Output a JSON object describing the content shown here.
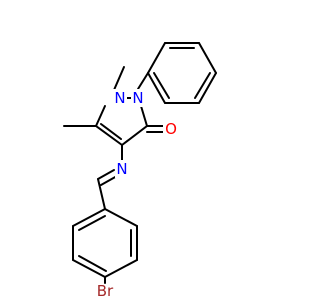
{
  "molecule": {
    "atom_labels": {
      "N1": "N",
      "N2": "N",
      "O": "O",
      "N_imine": "N",
      "Br": "Br"
    },
    "colors": {
      "bond": "#000000",
      "nitrogen": "#0000ff",
      "oxygen": "#ff0000",
      "bromine": "#a52a2a",
      "background": "#ffffff"
    }
  }
}
